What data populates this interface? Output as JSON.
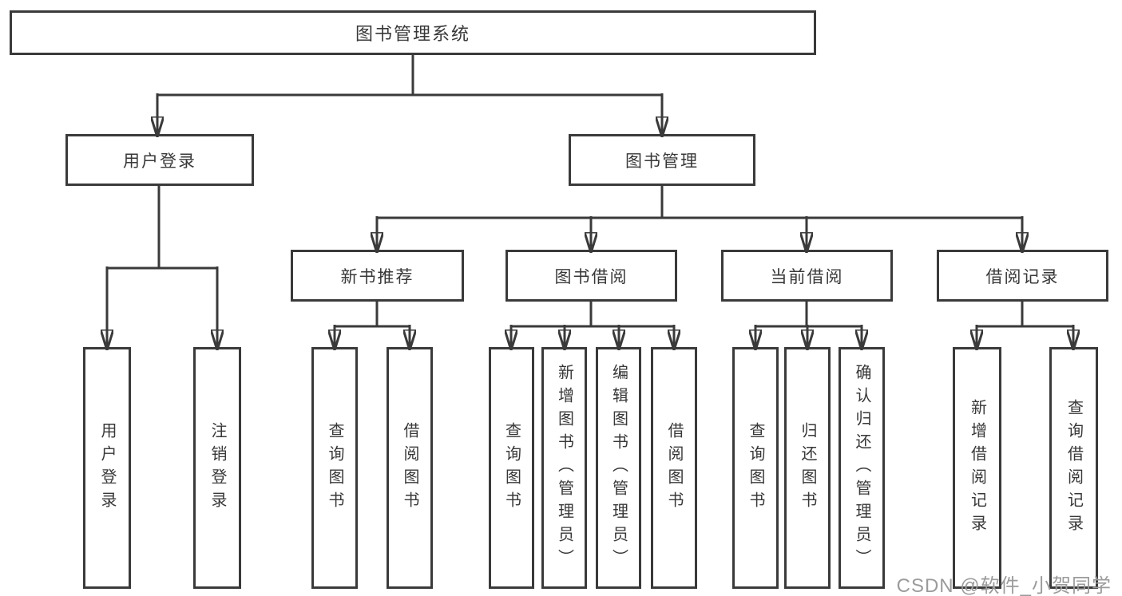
{
  "diagram": {
    "type": "hierarchy",
    "nodes": {
      "root": "图书管理系统",
      "user_login": "用户登录",
      "book_mgmt": "图书管理",
      "new_book_rec": "新书推荐",
      "book_borrow": "图书借阅",
      "current_borrow": "当前借阅",
      "borrow_record": "借阅记录"
    },
    "leaves": {
      "user_login_leaf": "用户登录",
      "logout_leaf": "注销登录",
      "rec_query_book": "查询图书",
      "rec_borrow_book": "借阅图书",
      "bb_query_book": "查询图书",
      "bb_add_book": "新增图书（管理员）",
      "bb_edit_book": "编辑图书（管理员）",
      "bb_borrow_book": "借阅图书",
      "cb_query_book": "查询图书",
      "cb_return_book": "归还图书",
      "cb_confirm_return": "确认归还（管理员）",
      "br_add_record": "新增借阅记录",
      "br_query_record": "查询借阅记录"
    },
    "hierarchy": {
      "图书管理系统": [
        "用户登录",
        "图书管理"
      ],
      "用户登录": [
        "用户登录",
        "注销登录"
      ],
      "图书管理": [
        "新书推荐",
        "图书借阅",
        "当前借阅",
        "借阅记录"
      ],
      "新书推荐": [
        "查询图书",
        "借阅图书"
      ],
      "图书借阅": [
        "查询图书",
        "新增图书（管理员）",
        "编辑图书（管理员）",
        "借阅图书"
      ],
      "当前借阅": [
        "查询图书",
        "归还图书",
        "确认归还（管理员）"
      ],
      "借阅记录": [
        "新增借阅记录",
        "查询借阅记录"
      ]
    },
    "colors": {
      "line": "#3a3a3a",
      "text": "#383838",
      "watermark": "#9b9b9b",
      "background": "#ffffff"
    },
    "watermark": "CSDN @软件_小贺同学"
  }
}
